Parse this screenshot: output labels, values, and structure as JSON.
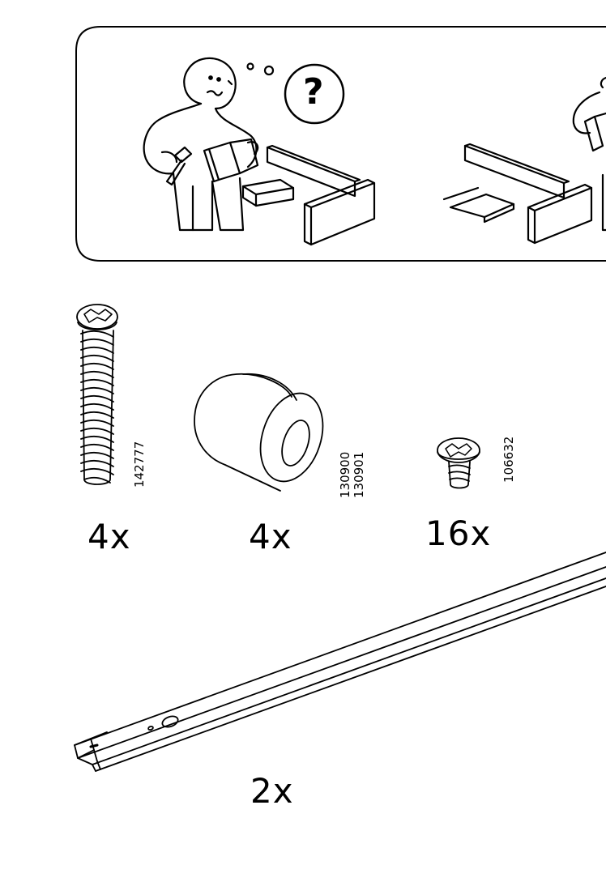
{
  "help_panel": {
    "question_mark": "?"
  },
  "parts": [
    {
      "name": "long-screw",
      "quantity": "4x",
      "article_numbers": [
        "142777"
      ]
    },
    {
      "name": "cylinder-spacer",
      "quantity": "4x",
      "article_numbers": [
        "130900",
        "130901"
      ]
    },
    {
      "name": "short-screw",
      "quantity": "16x",
      "article_numbers": [
        "106632"
      ]
    },
    {
      "name": "metal-rail",
      "quantity": "2x",
      "article_numbers": []
    }
  ],
  "colors": {
    "ink": "#000000",
    "paper": "#ffffff"
  }
}
